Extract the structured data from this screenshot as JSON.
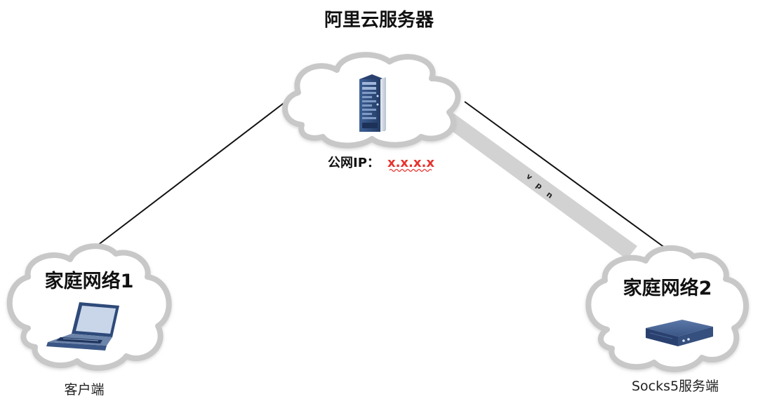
{
  "title": "阿里云服务器",
  "server": {
    "public_ip_label": "公网IP：",
    "public_ip_value": "x.x.x.x",
    "ip_color": "#e8322d",
    "icon": "tower-server-icon"
  },
  "home_network_1": {
    "label": "家庭网络1",
    "caption": "客户端",
    "icon": "laptop-icon"
  },
  "home_network_2": {
    "label": "家庭网络2",
    "caption": "Socks5服务端",
    "icon": "router-box-icon"
  },
  "tunnel": {
    "letters": [
      "v",
      "p",
      "n"
    ]
  },
  "colors": {
    "cloud_stroke": "#c8c8c8",
    "device_blue": "#2e4a7a",
    "tunnel_fill": "#d2d2d2"
  }
}
